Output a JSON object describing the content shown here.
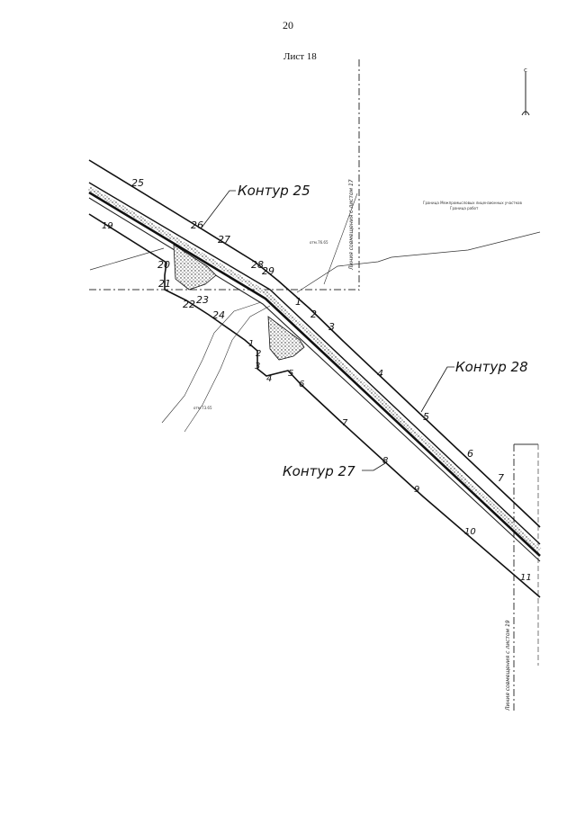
{
  "page_number": "20",
  "sheet_label": "Лист 18",
  "contours": {
    "c25": "Контур 25",
    "c28": "Контур 28",
    "c27": "Контур 27"
  },
  "upper_line_points": [
    "25",
    "26",
    "27",
    "28",
    "29",
    "1",
    "2",
    "3",
    "4",
    "5",
    "6",
    "7",
    "11"
  ],
  "lower_line_points": [
    "19",
    "20",
    "21",
    "22",
    "23",
    "24",
    "1",
    "2",
    "3",
    "4",
    "5",
    "6",
    "7",
    "8",
    "9",
    "10"
  ],
  "alignment_lines": {
    "sheet17": "Линия совмещения с листом 17",
    "sheet19": "Линия совмещения с листом 19"
  },
  "elevation_marks": {
    "m1": "отм.76.65",
    "m2": "отм.73.65"
  },
  "side_note": "Граница Межпромысловых лицензионных участков",
  "side_note2": "Граница работ"
}
